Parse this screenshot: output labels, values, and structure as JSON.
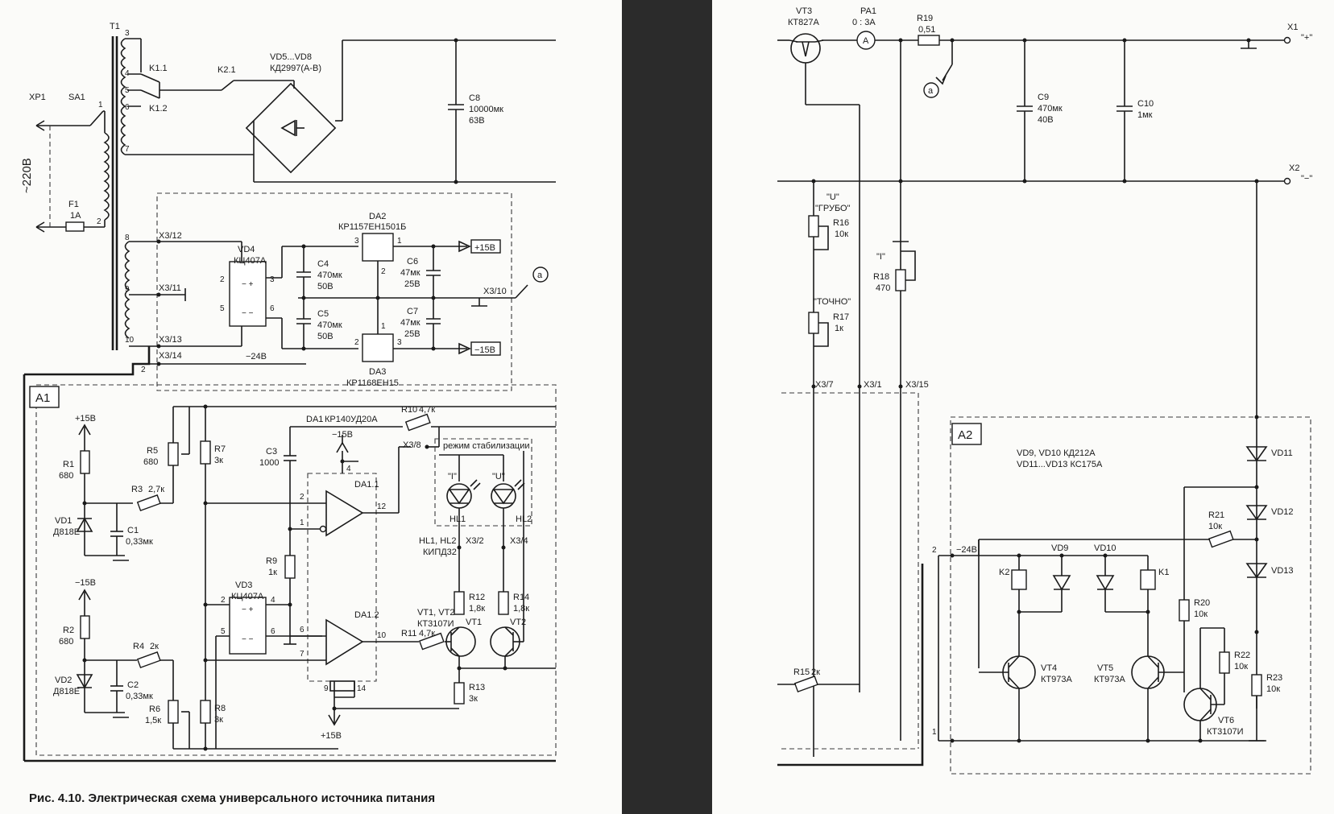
{
  "caption": "Рис. 4.10. Электрическая схема универсального источника питания",
  "mains": {
    "plug": "XP1",
    "switch": "SA1",
    "voltage": "~220В",
    "fuse": "F1",
    "fuse_value": "1А"
  },
  "transformer": {
    "ref": "T1",
    "pins": [
      "3",
      "4",
      "5",
      "6",
      "7",
      "1",
      "2",
      "8",
      "9",
      "10"
    ]
  },
  "relay_contacts": [
    "K1.1",
    "K1.2",
    "K2.1"
  ],
  "main_rectifier": {
    "ref": "VD5...VD8",
    "type": "КД2997(А-В)"
  },
  "c8": {
    "ref": "C8",
    "value": "10000мк",
    "voltage": "63В"
  },
  "aux_rectifier": {
    "ref": "VD4",
    "type": "КЦ407А"
  },
  "c4": {
    "ref": "C4",
    "value": "470мк",
    "voltage": "50В"
  },
  "c5": {
    "ref": "C5",
    "value": "470мк",
    "voltage": "50В"
  },
  "c6": {
    "ref": "C6",
    "value": "47мк",
    "voltage": "25В"
  },
  "c7": {
    "ref": "C7",
    "value": "47мк",
    "voltage": "25В"
  },
  "da2": {
    "ref": "DA2",
    "type": "КР1157ЕН1501Б"
  },
  "da3": {
    "ref": "DA3",
    "type": "КР1168ЕН15"
  },
  "rail_labels": {
    "plus15": "+15В",
    "minus15": "−15В",
    "minus24": "−24В"
  },
  "connectors": [
    "X3/12",
    "X3/11",
    "X3/13",
    "X3/14",
    "X3/10",
    "X3/8",
    "X3/2",
    "X3/4",
    "X3/7",
    "X3/1",
    "X3/15"
  ],
  "boards": {
    "a1": "A1",
    "a2": "A2"
  },
  "a1": {
    "r1": {
      "ref": "R1",
      "value": "680"
    },
    "r2": {
      "ref": "R2",
      "value": "680"
    },
    "vd1": {
      "ref": "VD1",
      "type": "Д818Е"
    },
    "vd2": {
      "ref": "VD2",
      "type": "Д818Е"
    },
    "c1": {
      "ref": "C1",
      "value": "0,33мк"
    },
    "c2": {
      "ref": "C2",
      "value": "0,33мк"
    },
    "r3": {
      "ref": "R3",
      "value": "2,7к"
    },
    "r4": {
      "ref": "R4",
      "value": "2к"
    },
    "r5": {
      "ref": "R5",
      "value": "680"
    },
    "r6": {
      "ref": "R6",
      "value": "1,5к"
    },
    "r7": {
      "ref": "R7",
      "value": "3к"
    },
    "r8": {
      "ref": "R8",
      "value": "3к"
    },
    "r9": {
      "ref": "R9",
      "value": "1к"
    },
    "r10": {
      "ref": "R10",
      "value": "4,7к"
    },
    "r11": {
      "ref": "R11",
      "value": "4,7к"
    },
    "r12": {
      "ref": "R12",
      "value": "1,8к"
    },
    "r13": {
      "ref": "R13",
      "value": "3к"
    },
    "r14": {
      "ref": "R14",
      "value": "1,8к"
    },
    "c3": {
      "ref": "C3",
      "value": "1000"
    },
    "da1": {
      "ref": "DA1",
      "type": "КР140УД20А",
      "unit1": "DA1.1",
      "unit2": "DA1.2"
    },
    "vd3": {
      "ref": "VD3",
      "type": "КЦ407А"
    },
    "hl_group": {
      "title": "режим стабилизации",
      "hl1": "HL1",
      "hl2": "HL2",
      "hl1_mark": "\"I\"",
      "hl2_mark": "\"U\"",
      "note1": "HL1, HL2",
      "note2": "КИПД32"
    },
    "vt_note": {
      "line1": "VT1, VT2",
      "line2": "КТ3107И",
      "vt1": "VT1",
      "vt2": "VT2"
    }
  },
  "output": {
    "vt3": {
      "ref": "VT3",
      "type": "КТ827А"
    },
    "pa1": {
      "ref": "PA1",
      "range": "0 : 3А",
      "glyph": "A"
    },
    "r19": {
      "ref": "R19",
      "value": "0,51"
    },
    "c9": {
      "ref": "C9",
      "value": "470мк",
      "voltage": "40В"
    },
    "c10": {
      "ref": "C10",
      "value": "1мк"
    },
    "x1": {
      "ref": "X1",
      "mark": "\"+\""
    },
    "x2": {
      "ref": "X2",
      "mark": "\"−\""
    },
    "r16": {
      "ref": "R16",
      "value": "10к",
      "mark": "\"U\"",
      "mode": "\"ГРУБО\""
    },
    "r17": {
      "ref": "R17",
      "value": "1к",
      "mode": "\"ТОЧНО\""
    },
    "r18": {
      "ref": "R18",
      "value": "470",
      "mark": "\"I\""
    },
    "r15": {
      "ref": "R15",
      "value": "2к"
    },
    "node_a": "a"
  },
  "a2": {
    "note1": "VD9, VD10 КД212А",
    "note2": "VD11...VD13 КС175А",
    "vd9": "VD9",
    "vd10": "VD10",
    "vd11": "VD11",
    "vd12": "VD12",
    "vd13": "VD13",
    "k1": "K1",
    "k2": "K2",
    "vt4": {
      "ref": "VT4",
      "type": "КТ973А"
    },
    "vt5": {
      "ref": "VT5",
      "type": "КТ973А"
    },
    "vt6": {
      "ref": "VT6",
      "type": "КТ3107И"
    },
    "r20": {
      "ref": "R20",
      "value": "10к"
    },
    "r21": {
      "ref": "R21",
      "value": "10к"
    },
    "r22": {
      "ref": "R22",
      "value": "10к"
    },
    "r23": {
      "ref": "R23",
      "value": "10к"
    },
    "pin1": "1",
    "pin2": "2"
  },
  "divider": {
    "color": "#2b2b2b"
  }
}
